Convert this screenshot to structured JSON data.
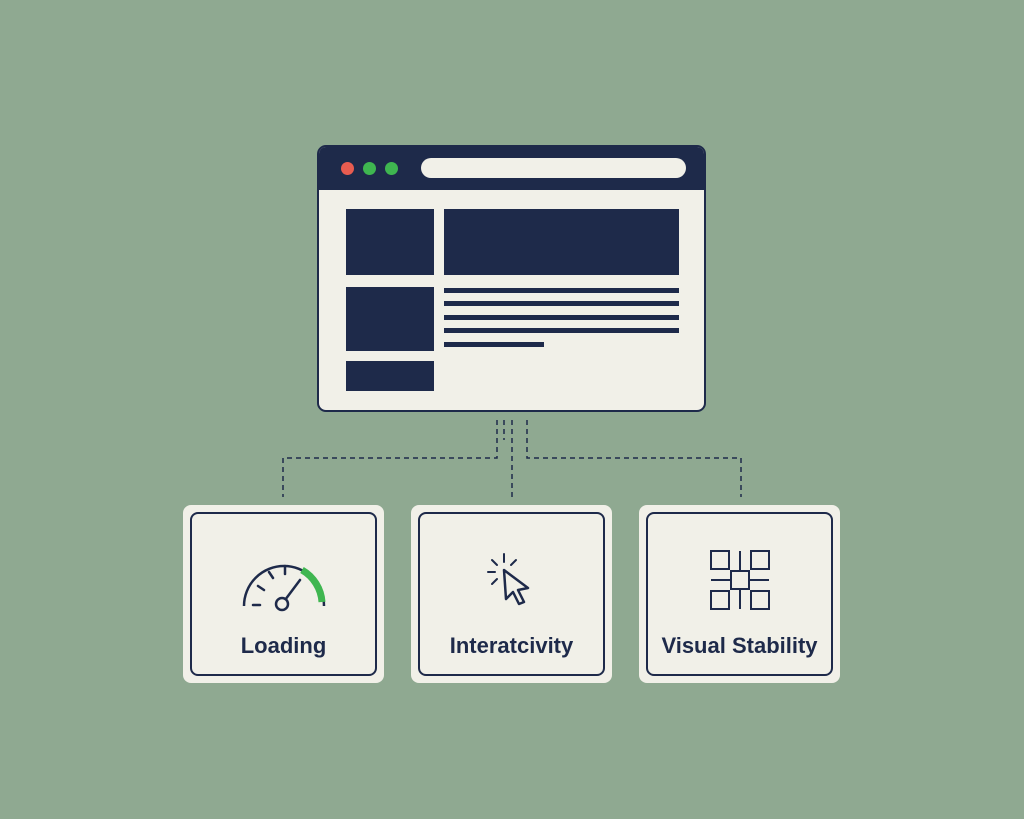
{
  "colors": {
    "background": "#8fa991",
    "navy": "#1e2a4a",
    "paper": "#f1f0e8",
    "red_dot": "#e85c50",
    "green": "#3fb650"
  },
  "browser": {
    "icon": "browser-window-illustration"
  },
  "metrics": [
    {
      "label": "Loading",
      "icon": "speedometer-icon"
    },
    {
      "label": "Interatcivity",
      "icon": "cursor-click-icon"
    },
    {
      "label": "Visual Stability",
      "icon": "grid-layout-icon"
    }
  ]
}
